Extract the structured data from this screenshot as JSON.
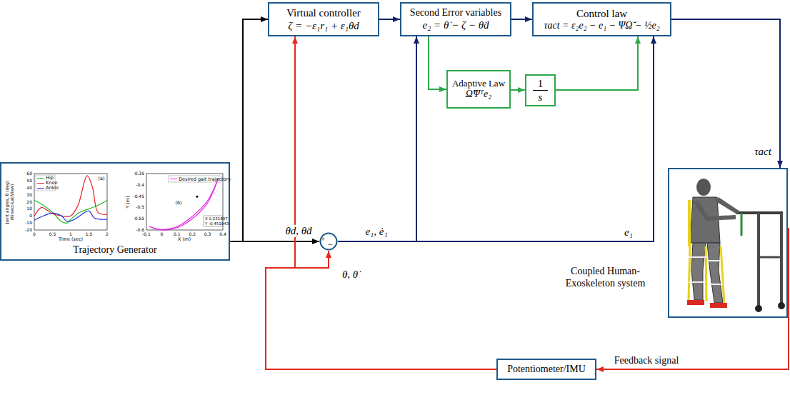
{
  "diagram": {
    "nodes": [
      {
        "text": [
          "Virtual controller",
          "ζ = −ε₁r₁ + ε₁θd"
        ]
      },
      {
        "text": [
          "Second Error variables",
          "e₂ = θ̇ − ζ − θ̇d"
        ]
      },
      {
        "text": [
          "Control law",
          "τact = ε₂e₂ − e₁ − ΨΩ̆ − ½e₂"
        ]
      },
      {
        "text": [
          "Adaptive Law",
          "Ω̆̇Ψᵀe₂"
        ]
      },
      {
        "text": [
          "1",
          "s"
        ]
      },
      {
        "text": [
          "Trajectory Generator"
        ]
      },
      {
        "text": [
          "+",
          "−"
        ]
      },
      {
        "text": [
          "Coupled Human-Exoskeleton system"
        ]
      },
      {
        "text": [
          "Potentiometer/IMU"
        ]
      }
    ],
    "edges": [
      {
        "from": 5,
        "to": 6,
        "label": "θd, θ̇d",
        "arrow": "to"
      },
      {
        "from": 5,
        "to": 0,
        "arrow": "to"
      },
      {
        "from": 6,
        "to": 1,
        "label": "e₁, ė₁",
        "arrow": "to"
      },
      {
        "from": 6,
        "to": 2,
        "label": "e₁",
        "arrow": "to"
      },
      {
        "from": 0,
        "to": 1,
        "arrow": "to"
      },
      {
        "from": 1,
        "to": 2,
        "arrow": "to"
      },
      {
        "from": 1,
        "to": 3,
        "arrow": "to"
      },
      {
        "from": 3,
        "to": 4,
        "arrow": "to"
      },
      {
        "from": 4,
        "to": 2,
        "arrow": "to"
      },
      {
        "from": 2,
        "to": 7,
        "label": "τact",
        "arrow": "to"
      },
      {
        "from": 7,
        "to": 8,
        "label": "Feedback signal",
        "arrow": "to"
      },
      {
        "from": 8,
        "to": 6,
        "label": "θ, θ̇",
        "arrow": "to"
      },
      {
        "from": 8,
        "to": 0,
        "arrow": "to"
      }
    ],
    "labels": [
      "(a)",
      "(b)",
      "Joint angles, θ (deg) (Kinect-LabView)",
      "Time (sec)",
      "X (m)",
      "Y (m)",
      "X 0.231487",
      "Y -0.451943",
      "60",
      "50",
      "40",
      "30",
      "20",
      "10",
      "0",
      "-10",
      "-20",
      "0",
      "0.5",
      "1",
      "1.5",
      "2",
      "-0.35",
      "-0.4",
      "-0.45",
      "-0.5",
      "-0.55",
      "-0.6",
      "-0.1",
      "0",
      "0.1",
      "0.2",
      "0.3",
      "0.4"
    ],
    "legend": [
      {
        "text": "Hip"
      },
      {
        "text": "Knee"
      },
      {
        "text": "Ankle"
      },
      {
        "text": "Desired gait trajectory"
      }
    ]
  }
}
